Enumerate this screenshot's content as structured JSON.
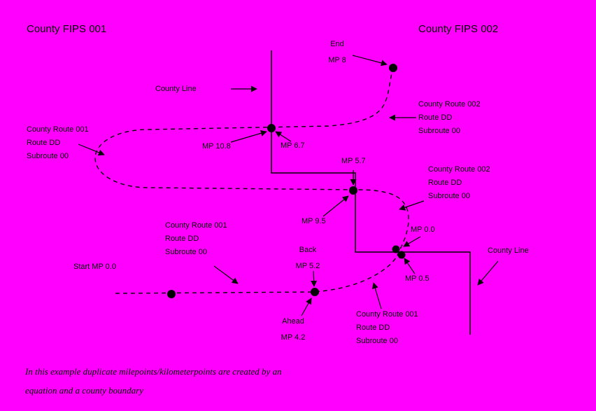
{
  "colors": {
    "background": "#ff00ff",
    "ink": "#000000"
  },
  "header": {
    "county_left": "County FIPS 001",
    "county_right": "County FIPS 002"
  },
  "labels": {
    "end_point": [
      "End",
      "MP 8"
    ],
    "county_line_top": "County Line",
    "county_line_right": "County Line",
    "route_001_upper": [
      "County Route 001",
      "Route DD",
      "Subroute 00"
    ],
    "route_001_mid": [
      "County Route 001",
      "Route DD",
      "Subroute 00"
    ],
    "route_001_lower": [
      "County Route 001",
      "Route DD",
      "Subroute 00"
    ],
    "route_002_upper": [
      "County Route 002",
      "Route DD",
      "Subroute 00"
    ],
    "route_002_mid": [
      "County Route 002",
      "Route DD",
      "Subroute 00"
    ],
    "mp_10_8": "MP 10.8",
    "mp_6_7": "MP 6.7",
    "mp_5_7": "MP 5.7",
    "mp_9_5": "MP 9.5",
    "mp_0_0": "MP 0.0",
    "mp_0_5": "MP 0.5",
    "start_point": "Start MP 0.0",
    "back_point": [
      "Back",
      "MP 5.2"
    ],
    "ahead_point": [
      "Ahead",
      "MP 4.2"
    ]
  },
  "caption": {
    "line1": "In this example duplicate milepoints/kilometerpoints are created by an",
    "line2": "equation and a county boundary"
  }
}
